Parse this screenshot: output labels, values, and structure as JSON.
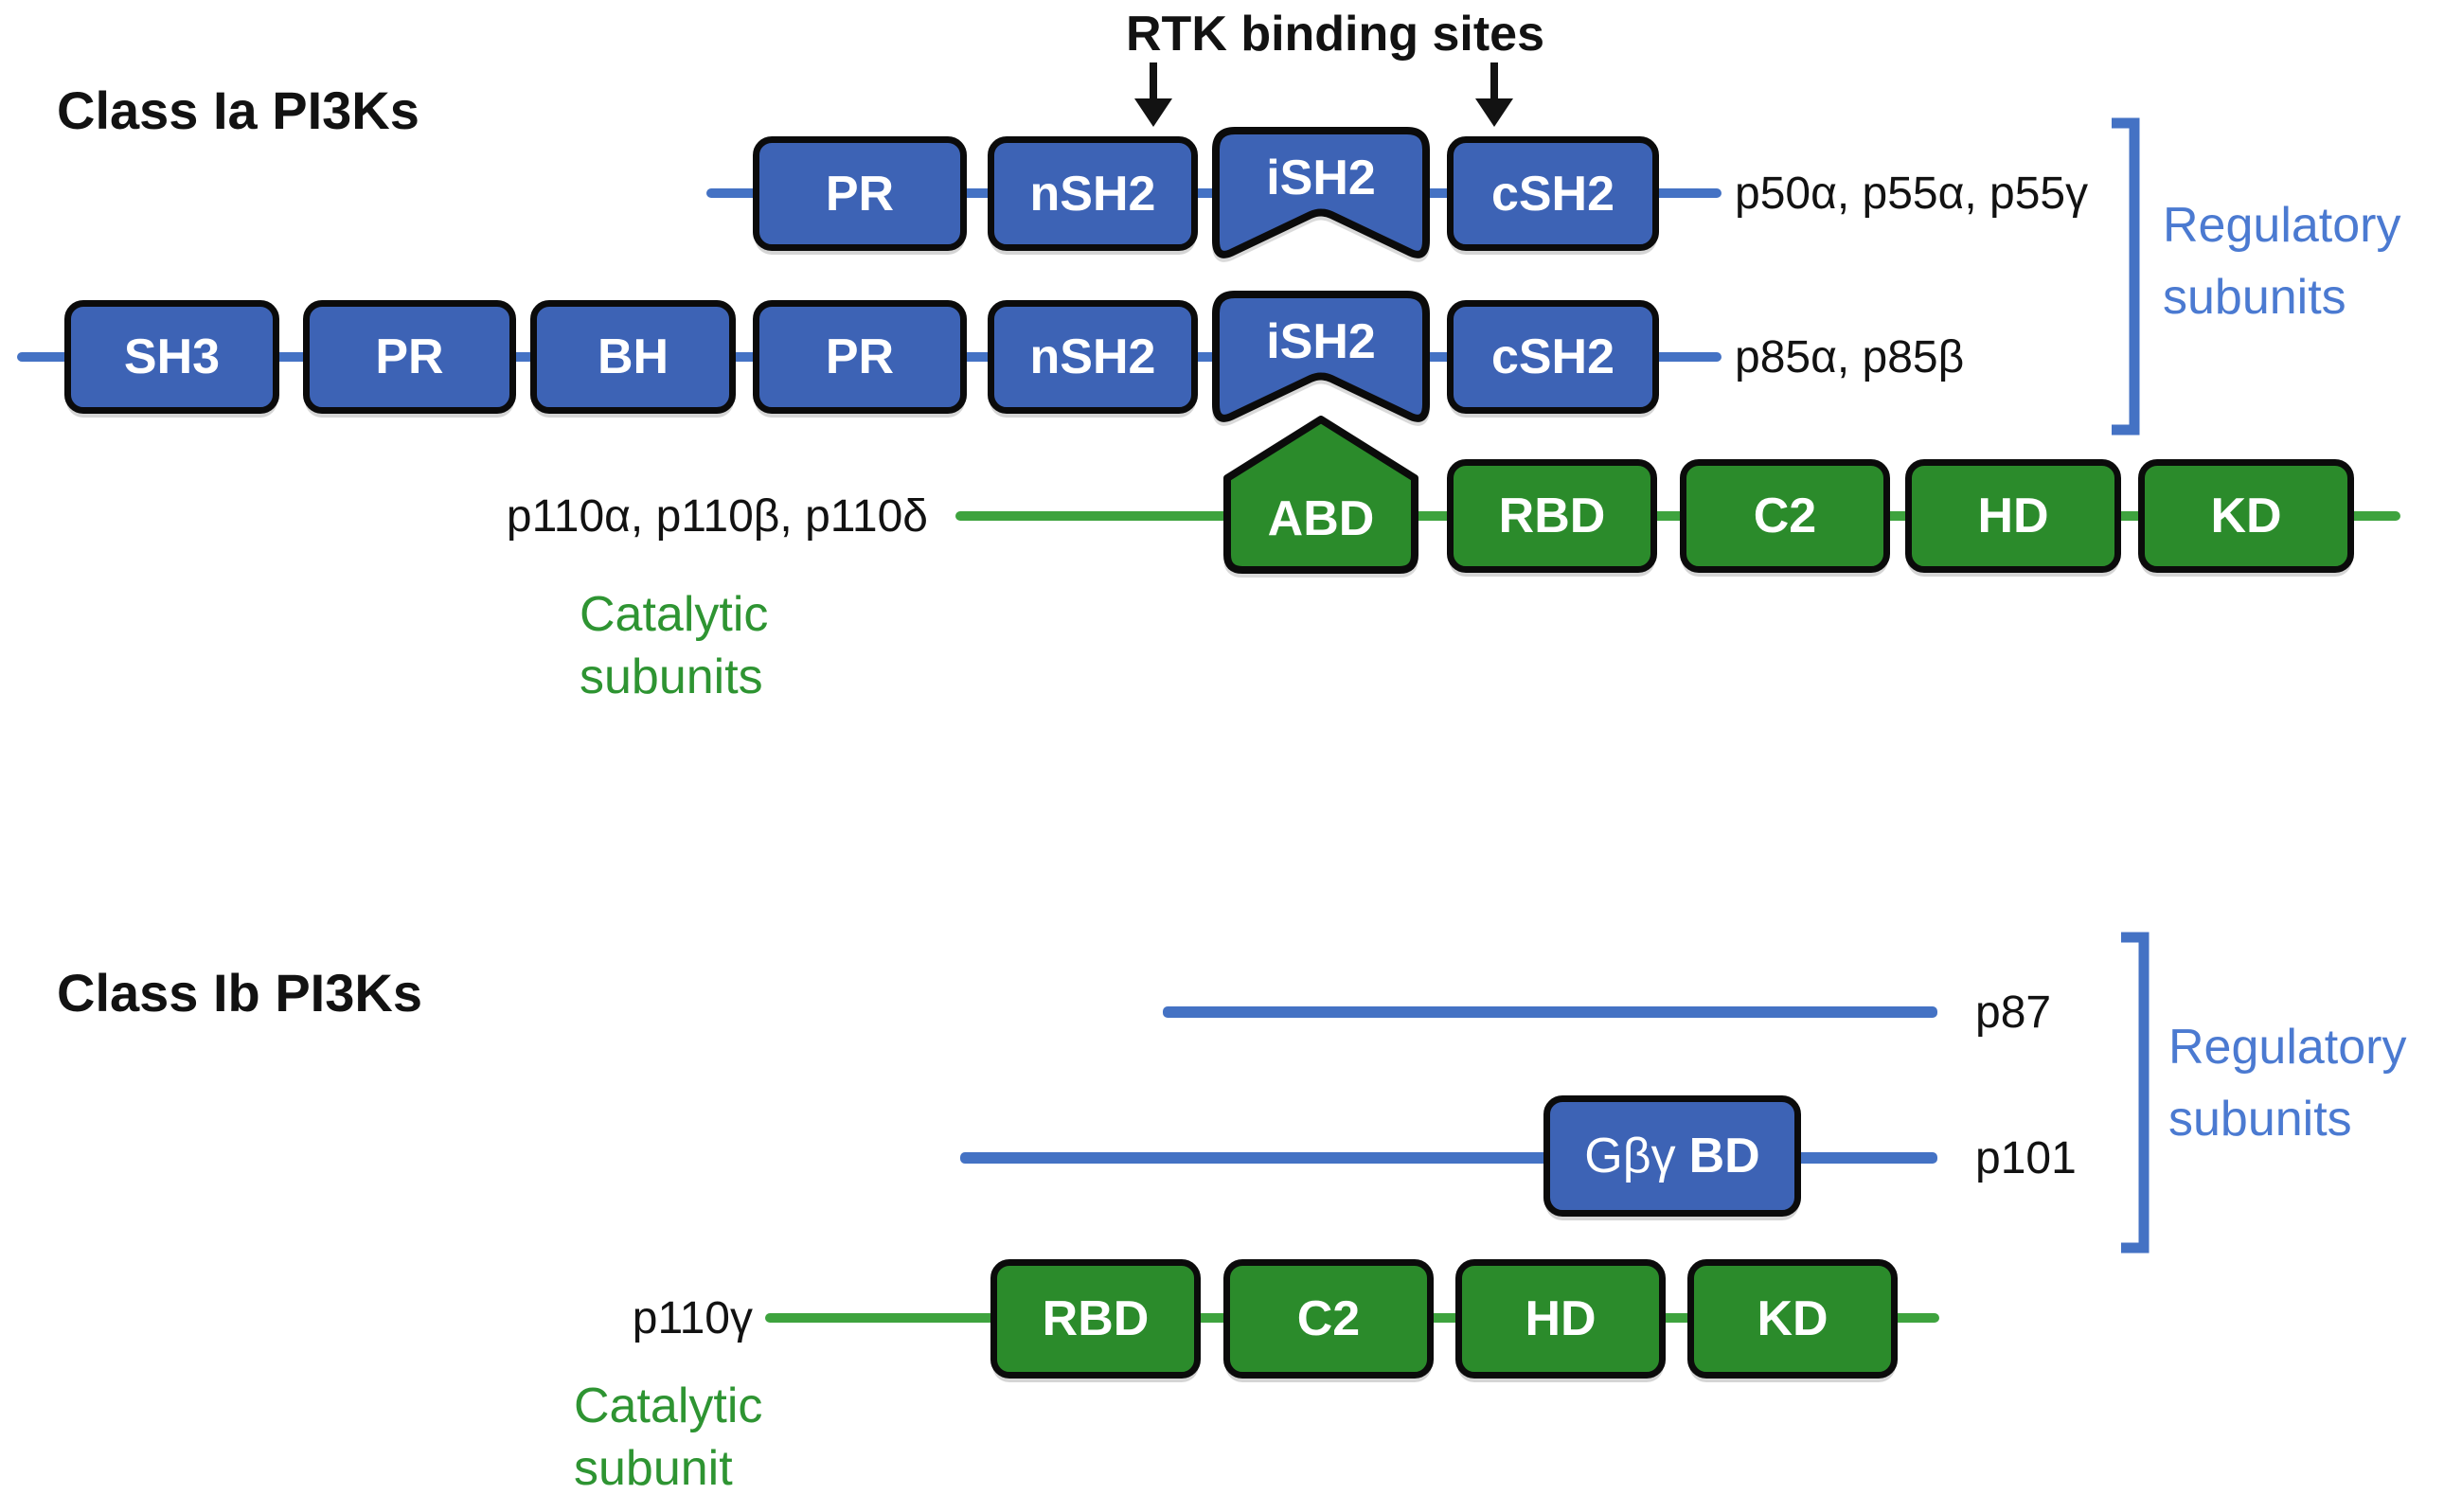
{
  "palette": {
    "blue_box": "#3D63B5",
    "blue_line": "#4472C4",
    "blue_text": "#4B7AD1",
    "green_box": "#2B8B2B",
    "green_line": "#3EA33E",
    "green_text": "#2E9432",
    "black": "#121212",
    "white": "#FFFFFF"
  },
  "class_ia": {
    "title": "Class Ia PI3Ks",
    "rtk_label": "RTK binding sites",
    "regulatory_caption_line1": "Regulatory",
    "regulatory_caption_line2": "subunits",
    "catalytic_caption_line1": "Catalytic",
    "catalytic_caption_line2": "subunits",
    "row_p50": {
      "label": "p50α, p55α, p55γ",
      "domains": [
        "PR",
        "nSH2",
        "iSH2",
        "cSH2"
      ]
    },
    "row_p85": {
      "label": "p85α, p85β",
      "domains": [
        "SH3",
        "PR",
        "BH",
        "PR",
        "nSH2",
        "iSH2",
        "cSH2"
      ]
    },
    "row_catalytic": {
      "label": "p110α, p110β, p110δ",
      "domains": [
        "ABD",
        "RBD",
        "C2",
        "HD",
        "KD"
      ]
    }
  },
  "class_ib": {
    "title": "Class Ib PI3Ks",
    "regulatory_caption_line1": "Regulatory",
    "regulatory_caption_line2": "subunits",
    "catalytic_caption_line1": "Catalytic",
    "catalytic_caption_line2": "subunit",
    "row_p87": {
      "label": "p87"
    },
    "row_p101": {
      "label": "p101",
      "domain_prefix": "Gβγ",
      "domain_bold": "BD"
    },
    "row_catalytic": {
      "label": "p110γ",
      "domains": [
        "RBD",
        "C2",
        "HD",
        "KD"
      ]
    }
  }
}
